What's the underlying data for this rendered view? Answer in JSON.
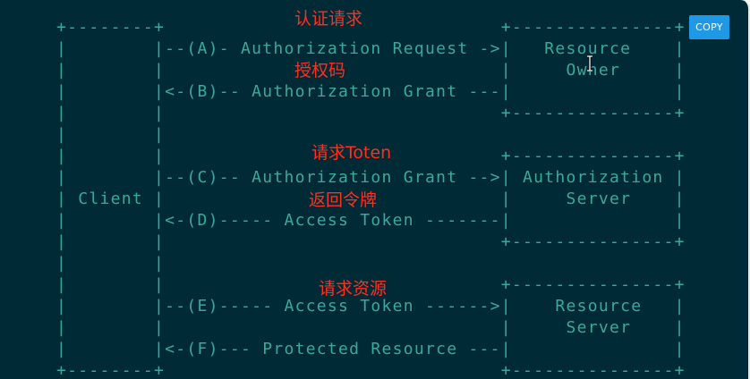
{
  "toolbar": {
    "copy_label": "COPY"
  },
  "diagram": {
    "lines": [
      "+--------+                               +---------------+",
      "|        |--(A)- Authorization Request ->|   Resource    |",
      "|        |                               |     Owner     |",
      "|        |<-(B)-- Authorization Grant ---|               |",
      "|        |                               +---------------+",
      "|        |",
      "|        |                               +---------------+",
      "|        |--(C)-- Authorization Grant -->| Authorization |",
      "| Client |                               |     Server    |",
      "|        |<-(D)----- Access Token -------|               |",
      "|        |                               +---------------+",
      "|        |",
      "|        |                               +---------------+",
      "|        |--(E)----- Access Token ------>|    Resource   |",
      "|        |                               |     Server    |",
      "|        |<-(F)--- Protected Resource ---|               |",
      "+--------+                               +---------------+"
    ]
  },
  "annotations": {
    "auth_request": "认证请求",
    "auth_code": "授权码",
    "request_token": "请求Toten",
    "return_token": "返回令牌",
    "request_resource": "请求资源"
  },
  "colors": {
    "background": "#002b36",
    "code_text": "#3aa89d",
    "annotation": "#ff2e1f",
    "copy_button": "#1f98e6"
  },
  "icons": {
    "text_cursor": "i-beam-cursor-icon"
  }
}
